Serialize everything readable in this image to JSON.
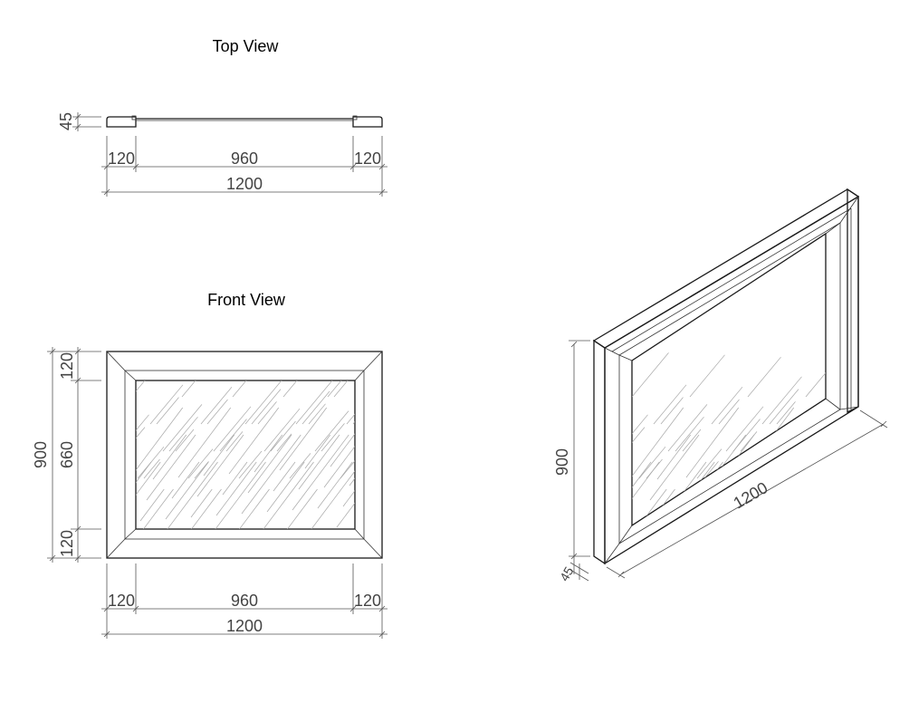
{
  "top_view": {
    "title": "Top View",
    "thickness": "45",
    "dims_row": [
      "120",
      "960",
      "120"
    ],
    "overall": "1200"
  },
  "front_view": {
    "title": "Front View",
    "vertical_parts": [
      "120",
      "660",
      "120"
    ],
    "vertical_overall": "900",
    "dims_row": [
      "120",
      "960",
      "120"
    ],
    "overall": "1200"
  },
  "iso_view": {
    "width": "1200",
    "height": "900",
    "thickness": "45"
  }
}
